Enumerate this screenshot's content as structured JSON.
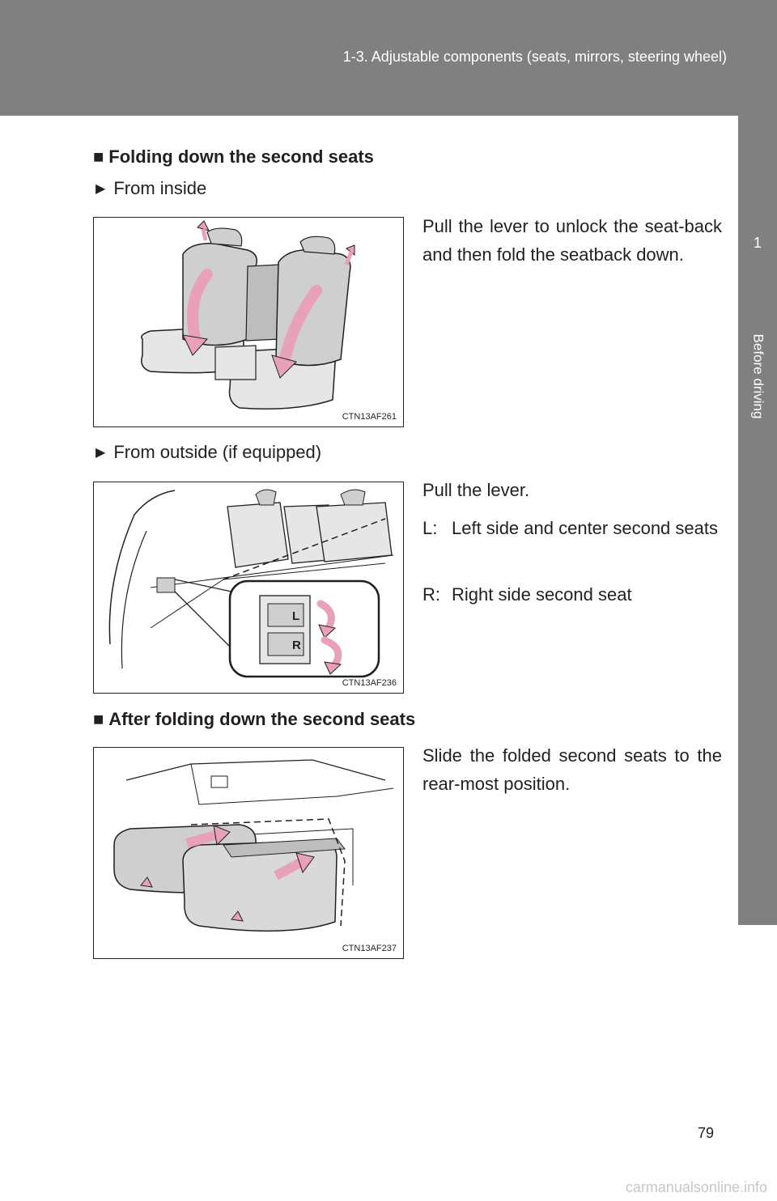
{
  "header": {
    "title": "1-3. Adjustable components (seats, mirrors, steering wheel)"
  },
  "side_tab": {
    "number": "1",
    "label": "Before driving"
  },
  "section1": {
    "heading_marker": "■",
    "heading": "Folding down the second seats",
    "inside": {
      "marker": "▶",
      "label": "From inside",
      "figure_code": "CTN13AF261",
      "text": "Pull the lever to unlock the seat-back and then fold the seatback down."
    },
    "outside": {
      "marker": "▶",
      "label": "From outside (if equipped)",
      "figure_code": "CTN13AF236",
      "text": "Pull the lever.",
      "figure_labels": {
        "left": "L",
        "right": "R"
      },
      "items": [
        {
          "key": "L:",
          "value": "Left side and center second seats"
        },
        {
          "key": "R:",
          "value": "Right side second seat"
        }
      ]
    }
  },
  "section2": {
    "heading_marker": "■",
    "heading": "After folding down the second seats",
    "figure_code": "CTN13AF237",
    "text": "Slide the folded second seats to the rear-most position."
  },
  "page_number": "79",
  "watermark": "carmanualsonline.info",
  "colors": {
    "header_gray": "#808080",
    "arrow_pink": "#e8a0bb",
    "seat_gray": "#cfcfcf"
  }
}
